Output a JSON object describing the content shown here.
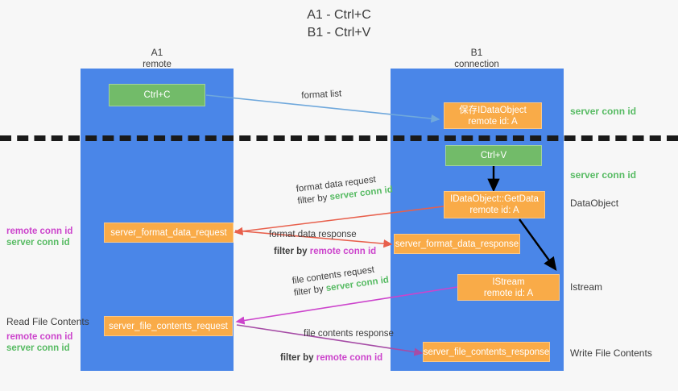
{
  "title": {
    "line1": "A1 - Ctrl+C",
    "line2": "B1 - Ctrl+V"
  },
  "columns": [
    {
      "name": "A1",
      "sub": "remote"
    },
    {
      "name": "B1",
      "sub": "connection"
    }
  ],
  "colors": {
    "lane": "#4a86e8",
    "box_orange": "#f9ab48",
    "box_green": "#72bb69",
    "server_conn_id": "#57bb63",
    "remote_conn_id": "#cc44cc",
    "arrow_blue": "#6fa8dc",
    "arrow_red": "#e8604c",
    "arrow_magenta": "#cc44cc",
    "arrow_purple": "#a64ca6",
    "arrow_black": "#000000",
    "separator": "#1a1a1a"
  },
  "boxes": [
    {
      "id": "ctrl-c",
      "label1": "Ctrl+C",
      "label2": "",
      "style": "green"
    },
    {
      "id": "save-idataobject",
      "label1": "保存IDataObject",
      "label2": "remote id: A",
      "style": "orange"
    },
    {
      "id": "ctrl-v",
      "label1": "Ctrl+V",
      "label2": "",
      "style": "green"
    },
    {
      "id": "getdata",
      "label1": "IDataObject::GetData",
      "label2": "remote id: A",
      "style": "orange"
    },
    {
      "id": "server-format-data-request",
      "label1": "server_format_data_request",
      "label2": "",
      "style": "orange"
    },
    {
      "id": "server-format-data-response",
      "label1": "server_format_data_response",
      "label2": "",
      "style": "orange"
    },
    {
      "id": "istream",
      "label1": "IStream",
      "label2": "remote id: A",
      "style": "orange"
    },
    {
      "id": "server-file-contents-request",
      "label1": "server_file_contents_request",
      "label2": "",
      "style": "orange"
    },
    {
      "id": "server-file-contents-response",
      "label1": "server_file_contents_response",
      "label2": "",
      "style": "orange"
    }
  ],
  "right_labels": [
    {
      "id": "server-conn-id-top",
      "text": "server conn id",
      "kind": "green"
    },
    {
      "id": "server-conn-id-second",
      "text": "server conn id",
      "kind": "green"
    },
    {
      "id": "dataobject",
      "text": "DataObject",
      "kind": "plain"
    },
    {
      "id": "istream",
      "text": "Istream",
      "kind": "plain"
    },
    {
      "id": "write-file-contents",
      "text": "Write File Contents",
      "kind": "plain"
    }
  ],
  "left_labels": {
    "format_stack": {
      "remote": "remote conn id",
      "server": "server conn id"
    },
    "read_file_contents": "Read File Contents",
    "file_stack": {
      "remote": "remote conn id",
      "server": "server conn id"
    }
  },
  "edge_labels": [
    {
      "id": "format-list",
      "text": "format list",
      "filter_prefix": "",
      "filter_term": "",
      "filter_kind": ""
    },
    {
      "id": "format-data-request",
      "text": "format data request",
      "filter_prefix": "filter by ",
      "filter_term": "server conn id",
      "filter_kind": "green"
    },
    {
      "id": "format-data-response",
      "text": "format data response",
      "filter_prefix": "filter by ",
      "filter_term": "remote conn id",
      "filter_kind": "magenta"
    },
    {
      "id": "file-contents-request",
      "text": "file contents request",
      "filter_prefix": "filter by ",
      "filter_term": "server conn id",
      "filter_kind": "green"
    },
    {
      "id": "file-contents-response",
      "text": "file contents response",
      "filter_prefix": "filter by ",
      "filter_term": "remote conn id",
      "filter_kind": "magenta"
    }
  ]
}
